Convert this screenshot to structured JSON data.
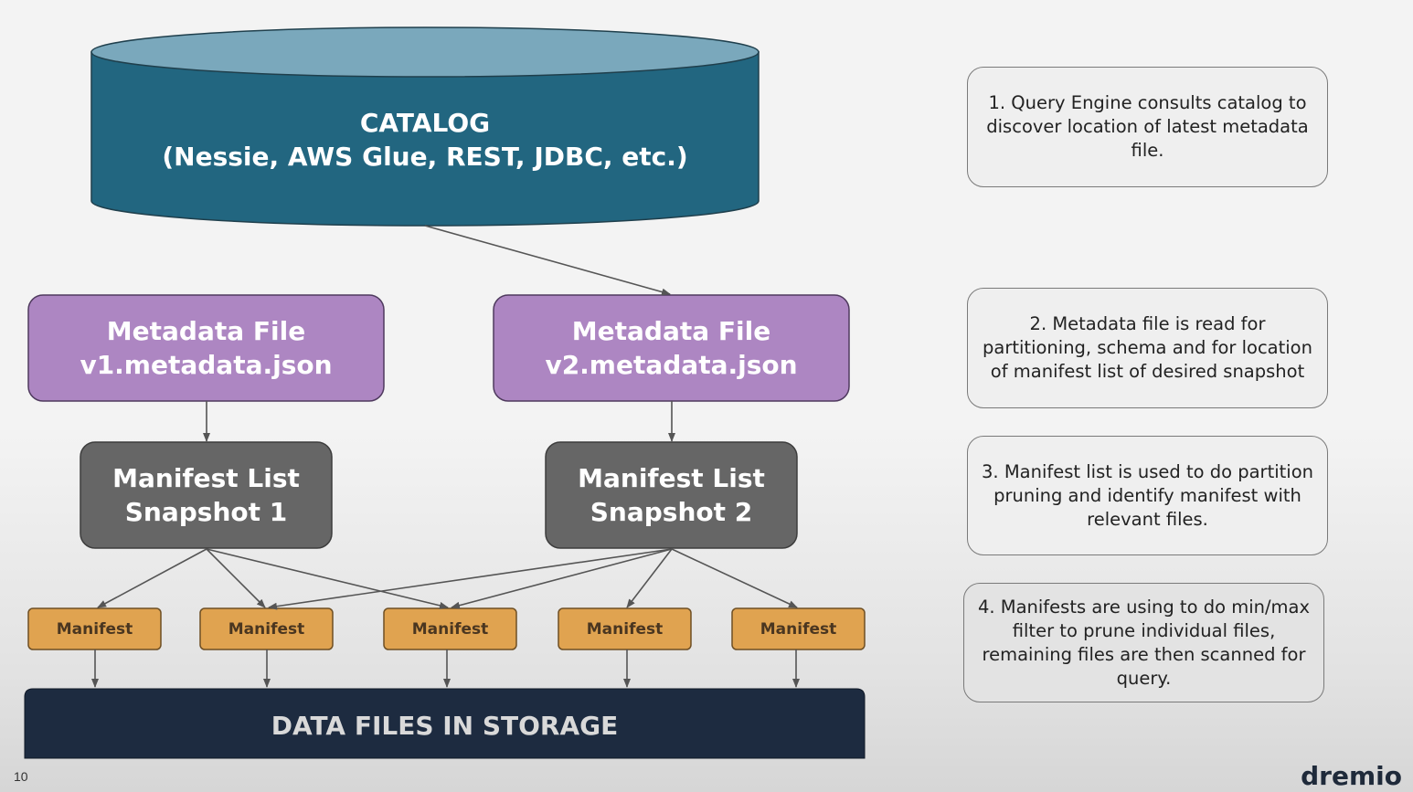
{
  "catalog": {
    "title": "CATALOG",
    "subtitle": "(Nessie, AWS Glue, REST, JDBC, etc.)"
  },
  "metadata_files": [
    {
      "line1": "Metadata File",
      "line2": "v1.metadata.json"
    },
    {
      "line1": "Metadata File",
      "line2": "v2.metadata.json"
    }
  ],
  "manifest_lists": [
    {
      "line1": "Manifest List",
      "line2": "Snapshot 1"
    },
    {
      "line1": "Manifest List",
      "line2": "Snapshot 2"
    }
  ],
  "manifests": [
    "Manifest",
    "Manifest",
    "Manifest",
    "Manifest",
    "Manifest"
  ],
  "storage": {
    "label": "DATA FILES IN STORAGE"
  },
  "steps": [
    "1. Query Engine consults catalog to discover location of latest metadata file.",
    "2. Metadata file is read for partitioning, schema and for location of manifest list of desired snapshot",
    "3. Manifest list is used to do partition pruning and identify manifest with relevant files.",
    "4. Manifests are using to do min/max filter to prune individual files, remaining files are then scanned for query."
  ],
  "footer": {
    "page_number": "10",
    "logo_text": "dremio"
  },
  "colors": {
    "catalog_body": "#226680",
    "catalog_top": "#7aa8bc",
    "metadata": "#ad86c2",
    "manifest_list": "#666666",
    "manifest": "#e0a350",
    "storage": "#1d2b40",
    "arrow": "#555555"
  }
}
